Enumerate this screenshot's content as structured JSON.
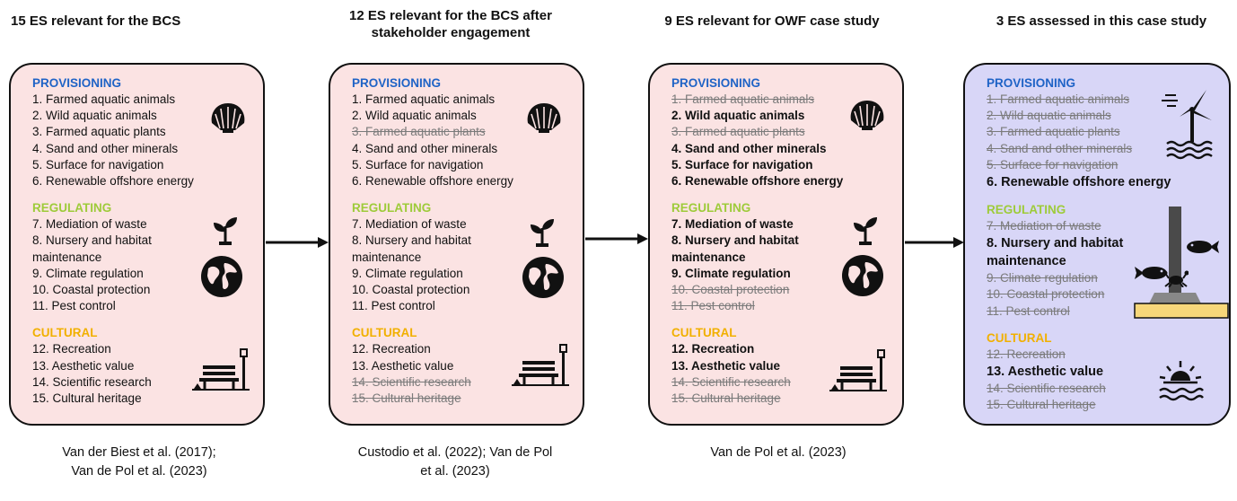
{
  "columns": [
    {
      "title": "15 ES relevant for the BCS",
      "citation": "Van der Biest et al. (2017); Van de Pol et al. (2023)",
      "sections": {
        "provisioning": "PROVISIONING",
        "regulating": "REGULATING",
        "cultural": "CULTURAL"
      },
      "items": [
        "1. Farmed aquatic animals",
        "2. Wild aquatic animals",
        "3. Farmed aquatic plants",
        "4. Sand and other minerals",
        "5. Surface for navigation",
        "6. Renewable offshore energy",
        "7. Mediation of waste",
        "8. Nursery and habitat maintenance",
        "9. Climate regulation",
        "10. Coastal protection",
        "11. Pest control",
        "12. Recreation",
        "13. Aesthetic value",
        "14. Scientific research",
        "15. Cultural heritage"
      ]
    },
    {
      "title": "12 ES relevant for the BCS after stakeholder engagement",
      "citation": "Custodio et al. (2022); Van de Pol et al. (2023)",
      "sections": {
        "provisioning": "PROVISIONING",
        "regulating": "REGULATING",
        "cultural": "CULTURAL"
      },
      "items": [
        "1. Farmed aquatic animals",
        "2. Wild aquatic animals",
        "3. Farmed aquatic plants",
        "4. Sand and other minerals",
        "5. Surface for navigation",
        "6. Renewable offshore energy",
        "7. Mediation of waste",
        "8. Nursery and habitat maintenance",
        "9. Climate regulation",
        "10. Coastal protection",
        "11. Pest control",
        "12. Recreation",
        "13. Aesthetic value",
        "14. Scientific research",
        "15. Cultural heritage"
      ]
    },
    {
      "title": "9 ES relevant for OWF case study",
      "citation": "Van de Pol et al. (2023)",
      "sections": {
        "provisioning": "PROVISIONING",
        "regulating": "REGULATING",
        "cultural": "CULTURAL"
      },
      "items": [
        "1. Farmed aquatic animals",
        "2. Wild aquatic animals",
        "3. Farmed aquatic plants",
        "4. Sand and other minerals",
        "5. Surface for navigation",
        "6. Renewable offshore energy",
        "7. Mediation of waste",
        "8. Nursery and habitat maintenance",
        "9. Climate regulation",
        "10. Coastal protection",
        "11. Pest control",
        "12. Recreation",
        "13. Aesthetic value",
        "14. Scientific research",
        "15. Cultural heritage"
      ]
    },
    {
      "title": "3 ES assessed in this case study",
      "citation": "",
      "sections": {
        "provisioning": "PROVISIONING",
        "regulating": "REGULATING",
        "cultural": "CULTURAL"
      },
      "items": [
        "1. Farmed aquatic animals",
        "2. Wild aquatic animals",
        "3. Farmed aquatic plants",
        "4. Sand and other minerals",
        "5. Surface for navigation",
        "6. Renewable offshore energy",
        "7. Mediation of waste",
        "8. Nursery and habitat maintenance",
        "9. Climate regulation",
        "10. Coastal protection",
        "11. Pest control",
        "12. Recreation",
        "13. Aesthetic value",
        "14. Scientific research",
        "15. Cultural heritage"
      ]
    }
  ],
  "colors": {
    "provisioning": "#1f63c6",
    "regulating": "#9ecb3a",
    "cultural": "#f1b000",
    "panel_pink": "#fbe3e3",
    "panel_blue": "#d8d6f7"
  },
  "icons": [
    "shell-icon",
    "sprout-icon",
    "globe-icon",
    "park-bench-icon",
    "wind-turbine-icon",
    "offshore-foundation-icon",
    "fish-icon",
    "crab-icon",
    "sunset-sea-icon",
    "arrow-right-icon"
  ]
}
